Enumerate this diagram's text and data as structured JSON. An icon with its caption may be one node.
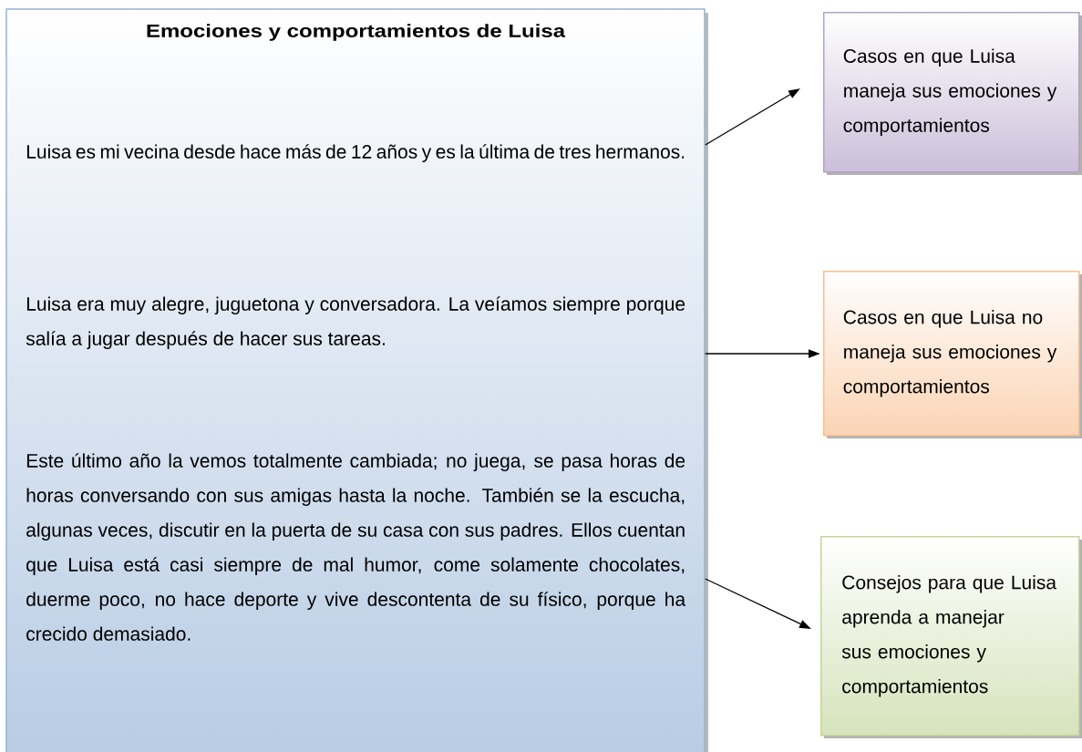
{
  "diagram": {
    "nodes": [
      {
        "text": [
          "Emociones y comportamientos de Luisa",
          "Luisa es mi vecina desde hace más de 12 años y es la última de tres hermanos.",
          "Luisa era muy alegre, juguetona y conversadora. La veíamos siempre porque salía a jugar después de hacer sus tareas.",
          "Este último año la vemos totalmente cambiada; no juega, se pasa horas de horas conversando con sus amigas hasta la noche. También se la escucha, algunas veces, discutir en la puerta de su casa con sus padres. Ellos cuentan que Luisa está casi siempre de mal humor, come solamente chocolates, duerme poco, no hace deporte y vive descontenta de su físico, porque ha crecido demasiado."
        ]
      },
      {
        "text": [
          "Casos en que Luisa maneja sus emociones y comportamientos"
        ]
      },
      {
        "text": [
          "Casos en que Luisa no maneja sus emociones y comportamientos"
        ]
      },
      {
        "text": [
          "Consejos para que Luisa aprenda a manejar sus emociones y comportamientos"
        ]
      }
    ],
    "edges": [
      {
        "from": 0,
        "to": 1,
        "arrow": "to"
      },
      {
        "from": 0,
        "to": 2,
        "arrow": "to"
      },
      {
        "from": 0,
        "to": 3,
        "arrow": "to"
      }
    ]
  }
}
